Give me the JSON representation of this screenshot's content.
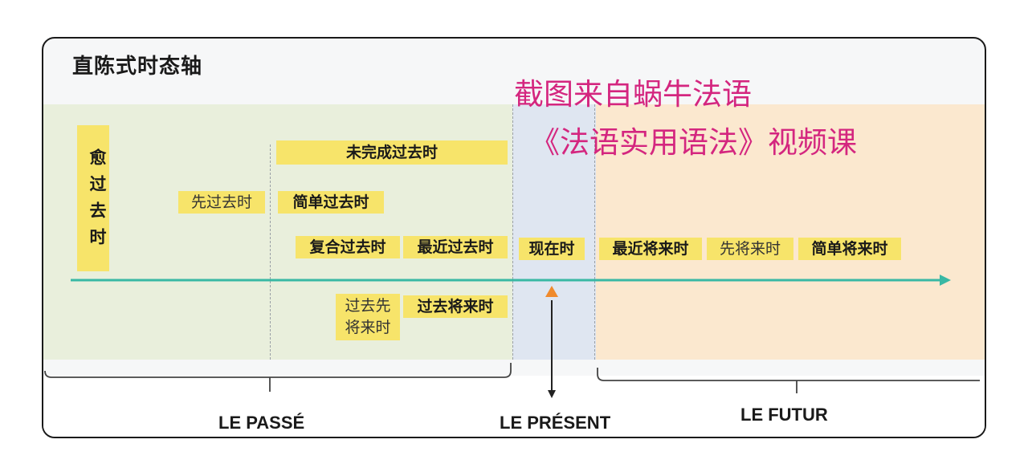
{
  "diagram": {
    "title": "直陈式时态轴",
    "tenses": {
      "plus_que_parfait": "愈过去时",
      "passe_anterieur": "先过去时",
      "imparfait": "未完成过去时",
      "passe_simple": "简单过去时",
      "passe_compose": "复合过去时",
      "passe_recent": "最近过去时",
      "present": "现在时",
      "futur_proche": "最近将来时",
      "futur_anterieur": "先将来时",
      "futur_simple": "简单将来时",
      "futur_anterieur_passe_line1": "过去先",
      "futur_anterieur_passe_line2": "将来时",
      "futur_dans_le_passe": "过去将来时"
    },
    "eras": {
      "past": "LE PASSÉ",
      "present": "LE PRÉSENT",
      "future": "LE FUTUR"
    },
    "colors": {
      "past_zone": "#e9efdc",
      "present_zone": "#dfe6f1",
      "future_zone": "#fbe8cf",
      "tag": "#f7e46a",
      "axis": "#39b8a4",
      "marker": "#f08a2c",
      "watermark": "#d4267f"
    }
  },
  "watermark": {
    "line1": "截图来自蜗牛法语",
    "line2": "《法语实用语法》视频课"
  }
}
